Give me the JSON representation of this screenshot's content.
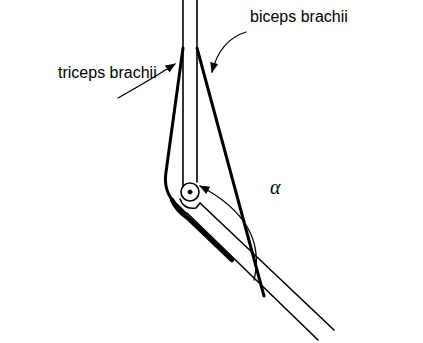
{
  "diagram": {
    "labels": [
      "biceps brachii",
      "triceps brachii",
      "α"
    ]
  }
}
